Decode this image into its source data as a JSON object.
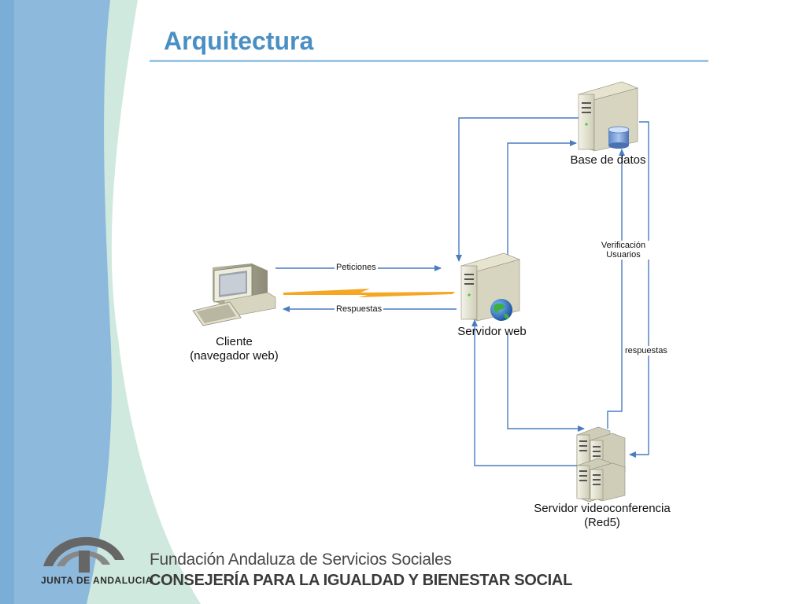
{
  "title": "Arquitectura",
  "nodes": {
    "cliente": {
      "line1": "Cliente",
      "line2": "(navegador web)"
    },
    "servidor_web": {
      "label": "Servidor web"
    },
    "base_datos": {
      "label": "Base de datos"
    },
    "videoconf": {
      "line1": "Servidor videoconferencia",
      "line2": "(Red5)"
    }
  },
  "edges": {
    "peticiones": "Peticiones",
    "respuestas": "Respuestas",
    "verificacion_1": "Verificación",
    "verificacion_2": "Usuarios",
    "respuestas_red5": "respuestas"
  },
  "footer": {
    "line1": "Fundación Andaluza de Servicios Sociales",
    "line2": "CONSEJERÍA PARA LA IGUALDAD Y BIENESTAR SOCIAL"
  },
  "logo": {
    "text": "JUNTA DE ANDALUCIA"
  },
  "colors": {
    "title": "#4a8fc3",
    "arrow": "#4a7cc0",
    "lightning": "#f5a623",
    "sidebar_blue": "#8db9dd",
    "sidebar_green": "#cfe9df"
  }
}
